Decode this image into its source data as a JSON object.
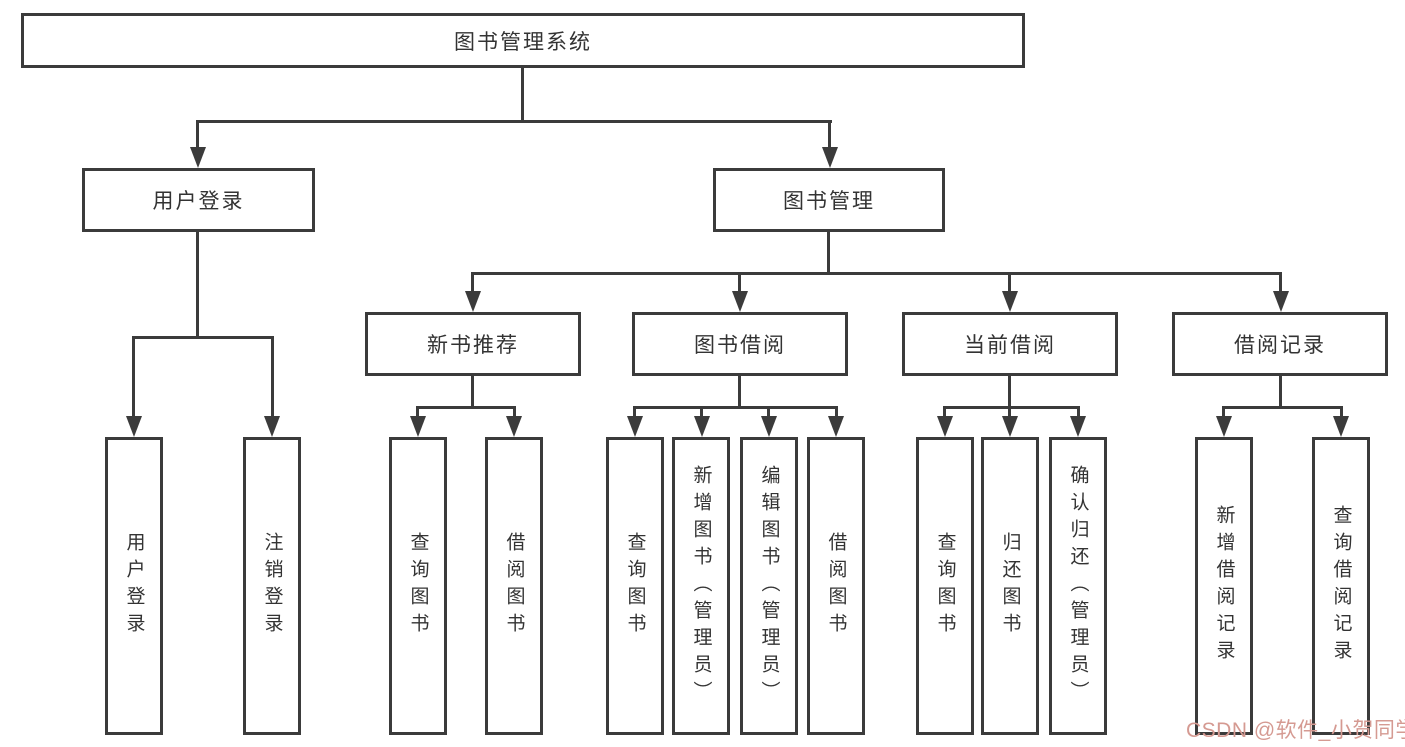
{
  "tree": {
    "label": "图书管理系统",
    "children": [
      {
        "label": "用户登录",
        "children": [
          {
            "label": "用户登录"
          },
          {
            "label": "注销登录"
          }
        ]
      },
      {
        "label": "图书管理",
        "children": [
          {
            "label": "新书推荐",
            "children": [
              {
                "label": "查询图书"
              },
              {
                "label": "借阅图书"
              }
            ]
          },
          {
            "label": "图书借阅",
            "children": [
              {
                "label": "查询图书"
              },
              {
                "label": "新增图书（管理员）"
              },
              {
                "label": "编辑图书（管理员）"
              },
              {
                "label": "借阅图书"
              }
            ]
          },
          {
            "label": "当前借阅",
            "children": [
              {
                "label": "查询图书"
              },
              {
                "label": "归还图书"
              },
              {
                "label": "确认归还（管理员）"
              }
            ]
          },
          {
            "label": "借阅记录",
            "children": [
              {
                "label": "新增借阅记录"
              },
              {
                "label": "查询借阅记录"
              }
            ]
          }
        ]
      }
    ]
  },
  "watermark": {
    "text": "CSDN @软件_小贺同学",
    "color": "#d59a92"
  },
  "style": {
    "line_color": "#3b3b3b",
    "text_color": "#333333",
    "background": "#ffffff"
  }
}
